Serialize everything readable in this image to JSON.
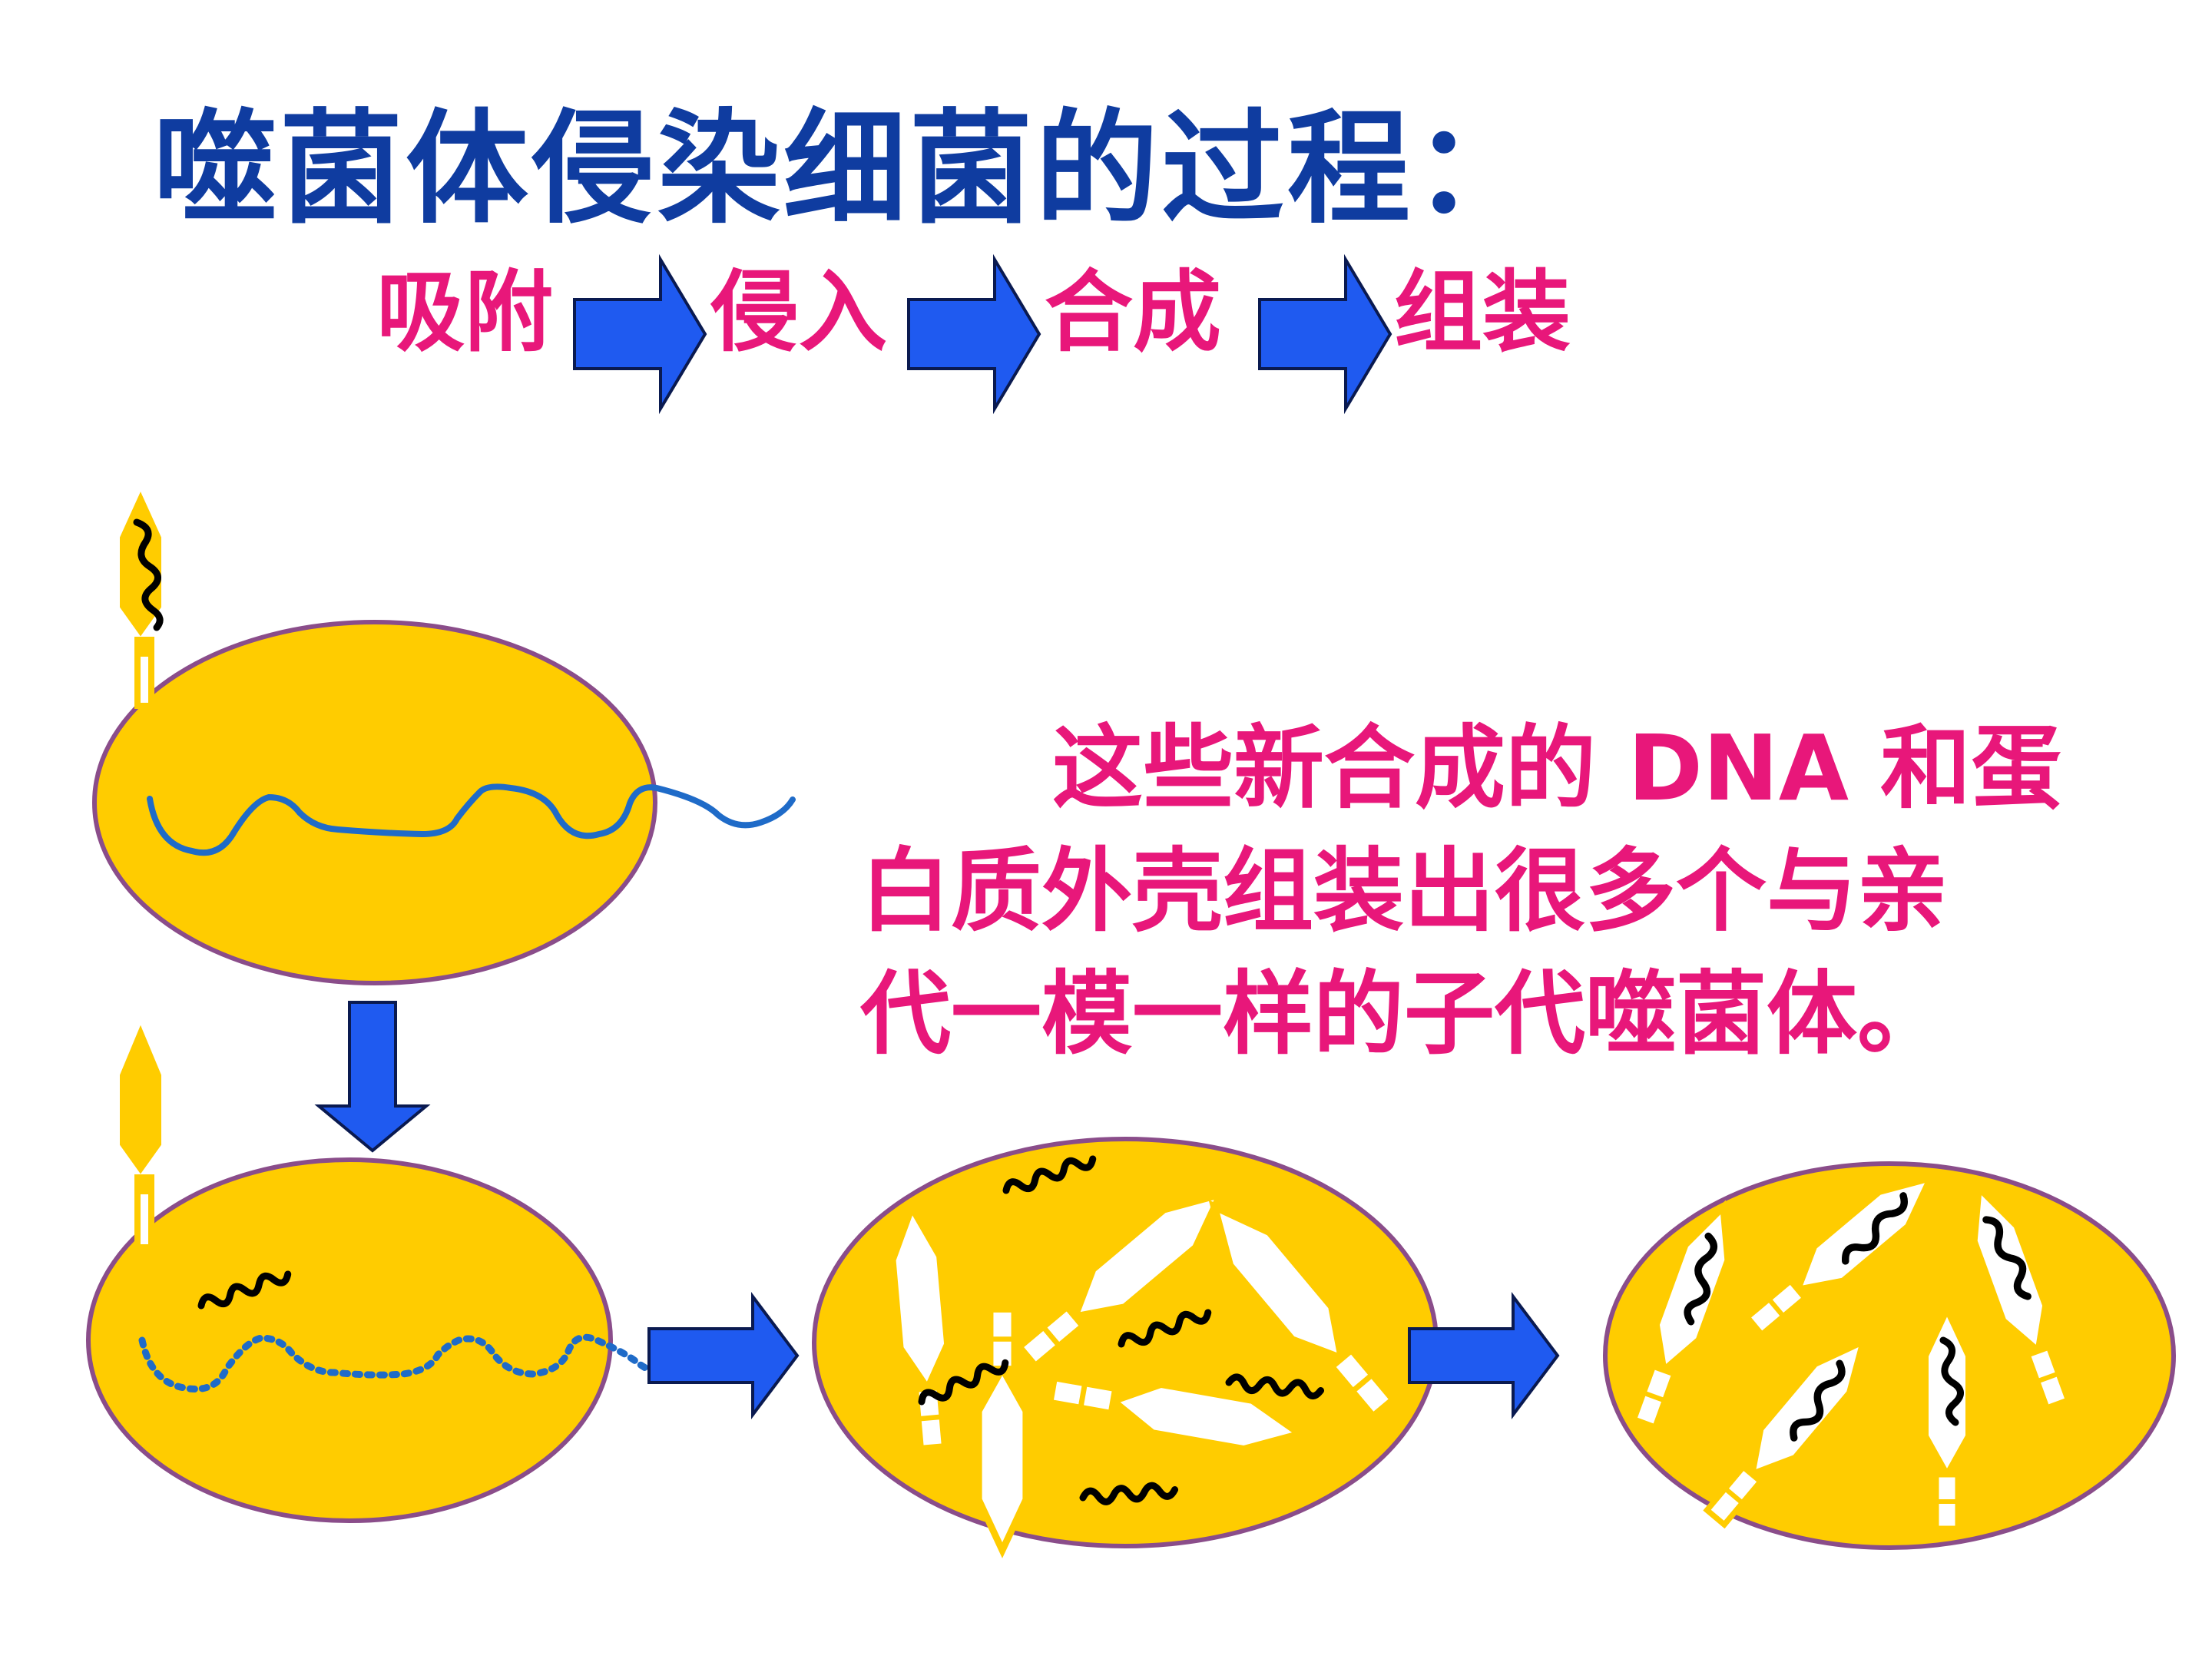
{
  "title": "噬菌体侵染细菌的过程：",
  "steps": [
    "吸附",
    "侵入",
    "合成",
    "组装"
  ],
  "description": {
    "line1": "这些新合成的 DNA 和蛋",
    "line2": "白质外壳组装出很多个与亲",
    "line3": "代一模一样的子代噬菌体。"
  },
  "colors": {
    "title": "#0f3ca0",
    "steps": "#e8177a",
    "description": "#e8177a",
    "arrow_fill": "#1f5af0",
    "arrow_stroke": "#0a1a50",
    "cell_fill": "#ffcc00",
    "cell_stroke": "#8a4d8a",
    "dna_host": "#1f6bc8",
    "dna_phage": "#000000"
  }
}
